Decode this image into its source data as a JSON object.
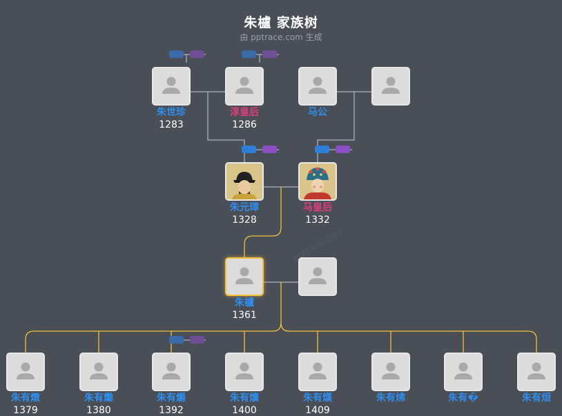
{
  "header": {
    "title": "朱櫨 家族树",
    "subtitle": "由 pptrace.com 生成"
  },
  "watermark": "pptrace.com",
  "colors": {
    "background": "#4a4f57",
    "male_name": "#2f8ff0",
    "female_name": "#e0407a",
    "focus_border": "#f3c23a",
    "line": "#c8ccd2",
    "focus_line": "#f3c23a"
  },
  "persons": {
    "zhu_shizhen": {
      "name": "朱世珍",
      "year": "1283",
      "gender": "male"
    },
    "chun_huanghou": {
      "name": "淳皇后",
      "year": "1286",
      "gender": "female"
    },
    "ma_gong": {
      "name": "马公",
      "year": "",
      "gender": "male"
    },
    "ma_gong_spouse": {
      "name": "",
      "year": "",
      "gender": "unknown"
    },
    "zhu_yuanzhang": {
      "name": "朱元璋",
      "year": "1328",
      "gender": "male",
      "icon": "portrait-emperor-icon"
    },
    "ma_huanghou": {
      "name": "马皇后",
      "year": "1332",
      "gender": "female",
      "icon": "portrait-empress-icon"
    },
    "zhu_lu": {
      "name": "朱櫨",
      "year": "1361",
      "gender": "male"
    },
    "zhu_lu_spouse": {
      "name": "",
      "year": "",
      "gender": "unknown"
    },
    "c1": {
      "name": "朱有燉",
      "year": "1379",
      "gender": "male"
    },
    "c2": {
      "name": "朱有爋",
      "year": "1380",
      "gender": "male"
    },
    "c3": {
      "name": "朱有爝",
      "year": "1392",
      "gender": "male"
    },
    "c4": {
      "name": "朱有爌",
      "year": "1400",
      "gender": "male"
    },
    "c5": {
      "name": "朱有熯",
      "year": "1409",
      "gender": "male"
    },
    "c6": {
      "name": "朱有炥",
      "year": "",
      "gender": "male"
    },
    "c7": {
      "name": "朱有�",
      "year": "",
      "gender": "male"
    },
    "c8": {
      "name": "朱有烜",
      "year": "",
      "gender": "male"
    }
  }
}
